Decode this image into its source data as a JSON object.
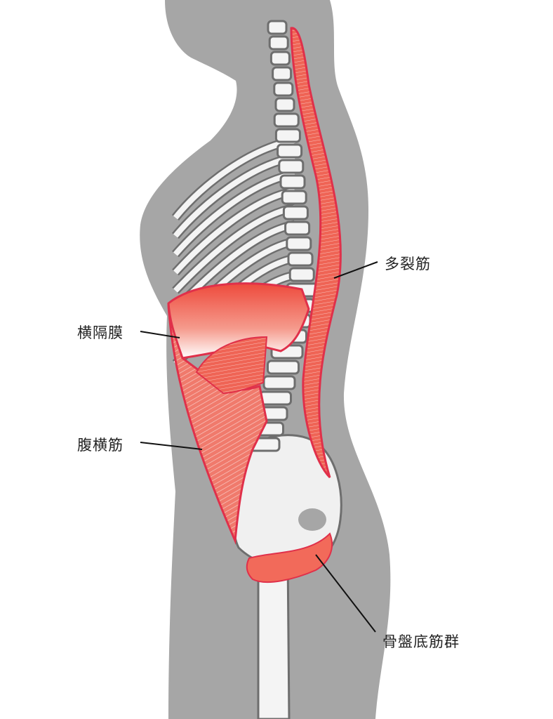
{
  "labels": {
    "multifidus": "多裂筋",
    "diaphragm": "横隔膜",
    "transversus_abdominis": "腹横筋",
    "pelvic_floor": "骨盤底筋群"
  },
  "colors": {
    "silhouette": "#a6a6a6",
    "bone": "#f4f4f4",
    "bone_outline": "#6e6e6e",
    "muscle": "#ee5a4c",
    "muscle_outline": "#e0304a",
    "leader_line": "#111111"
  }
}
